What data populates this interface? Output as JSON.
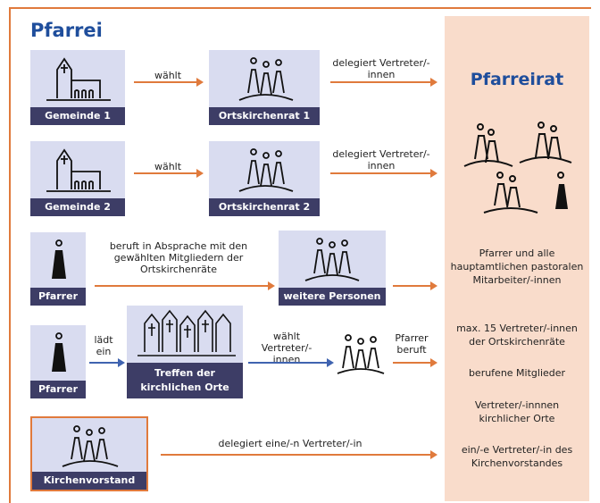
{
  "title": "Pfarrei",
  "pfarreirat": {
    "title": "Pfarreirat",
    "members": [
      "Pfarrer und alle hauptamtlichen pastoralen Mitarbeiter/-innen",
      "max. 15 Vertreter/-innen der Ortskirchenräte",
      "berufene Mitglieder",
      "Vertreter/-innnen kirchlicher Orte",
      "ein/-e Vertreter/-in des Kirchenvorstandes"
    ]
  },
  "boxes": {
    "gemeinde1": "Gemeinde 1",
    "ortskirchenrat1": "Ortskirchenrat 1",
    "gemeinde2": "Gemeinde 2",
    "ortskirchenrat2": "Ortskirchenrat 2",
    "pfarrer1": "Pfarrer",
    "weitere": "weitere Personen",
    "pfarrer2": "Pfarrer",
    "treffen": "Treffen der kirchlichen Orte",
    "kirchenvorstand": "Kirchenvorstand"
  },
  "arrows": {
    "waehlt1": "wählt",
    "delegiert1": "delegiert Vertreter/-innen",
    "waehlt2": "wählt",
    "delegiert2": "delegiert Vertreter/-innen",
    "beruft": "beruft in Absprache mit den gewählten Mitgliedern der Ortskirchenräte",
    "laedt": "lädt ein",
    "waehlt3": "wählt Vertreter/-innen",
    "pfarrer_beruft": "Pfarrer beruft",
    "delegiert_kv": "delegiert eine/-n Vertreter/-in"
  },
  "colors": {
    "accent": "#e07a3c",
    "brand": "#1f4e9c",
    "box": "#d9dcf0",
    "label": "#3d3d66",
    "panel": "#f9dccb"
  }
}
